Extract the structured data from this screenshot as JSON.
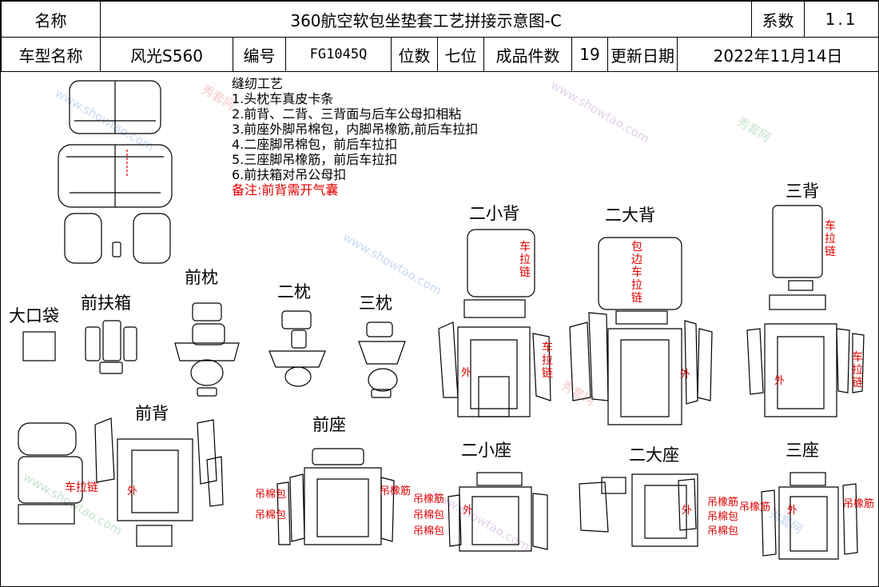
{
  "header": {
    "name_label": "名称",
    "title": "360航空软包坐垫套工艺拼接示意图-C",
    "coef_label": "系数",
    "coef_value": "1.1",
    "model_label": "车型名称",
    "model_value": "风光S560",
    "code_label": "编号",
    "code_value": "FG1045Q",
    "seats_label": "位数",
    "seats_value": "七位",
    "pieces_label": "成品件数",
    "pieces_value": "19",
    "date_label": "更新日期",
    "date_value": "2022年11月14日"
  },
  "notes": {
    "title": "缝纫工艺",
    "lines": [
      "1.头枕车真皮卡条",
      "2.前背、二背、三背面与后车公母扣相粘",
      "3.前座外脚吊棉包，内脚吊橡筋,前后车拉扣",
      "4.二座脚吊棉包，前后车拉扣",
      "5.三座脚吊橡筋，前后车拉扣",
      "6.前扶箱对吊公母扣"
    ],
    "remark": "备注:前背需开气囊"
  },
  "parts": {
    "big_pocket": "大口袋",
    "front_armrest": "前扶箱",
    "front_pillow": "前枕",
    "second_pillow": "二枕",
    "third_pillow": "三枕",
    "second_small_back": "二小背",
    "second_big_back": "二大背",
    "third_back": "三背",
    "front_back": "前背",
    "front_seat": "前座",
    "second_small_seat": "二小座",
    "second_big_seat": "二大座",
    "third_seat": "三座"
  },
  "annotations": {
    "zipper": "车拉链",
    "edge_zipper": "包边车拉链",
    "outer": "外",
    "cotton_pack": "吊棉包",
    "elastic": "吊橡筋"
  },
  "watermark": {
    "text_cn": "秀套网",
    "text_url": "www.showtao.com"
  }
}
